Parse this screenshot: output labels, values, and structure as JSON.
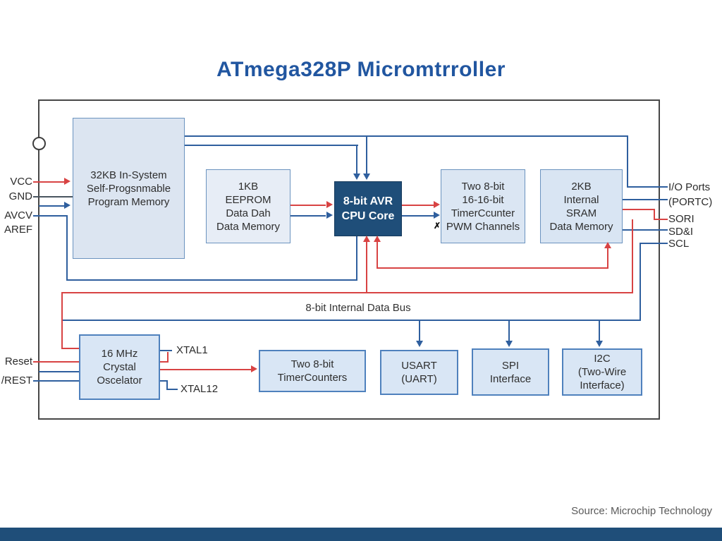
{
  "title": "ATmega328P Micromtrroller",
  "source_credit": "Source: Microchip Technology",
  "bus_label": "8-bit Internal Data Bus",
  "pwm_marker": "✗",
  "blocks": {
    "program_memory": {
      "line1": "32KB In-System",
      "line2": "Self-Progsnmable",
      "line3": "Program Memory"
    },
    "eeprom": {
      "line1": "1KB",
      "line2": "EEPROM",
      "line3": "Data Dah",
      "line4": "Data Memory"
    },
    "cpu": {
      "line1": "8-bit AVR",
      "line2": "CPU Core"
    },
    "timer_pwm": {
      "line1": "Two 8-bit",
      "line2": "16-16-bit",
      "line3": "TimerCcunter",
      "line4": "PWM Channels"
    },
    "sram": {
      "line1": "2KB",
      "line2": "Internal",
      "line3": "SRAM",
      "line4": "Data Memory"
    },
    "crystal": {
      "line1": "16 MHz",
      "line2": "Crystal",
      "line3": "Oscelator"
    },
    "timers": {
      "line1": "Two 8-bit",
      "line2": "TimerCounters"
    },
    "usart": {
      "line1": "USART",
      "line2": "(UART)"
    },
    "spi": {
      "line1": "SPI",
      "line2": "Interface"
    },
    "i2c": {
      "line1": "I2C",
      "line2": "(Two-Wire",
      "line3": "Interface)"
    }
  },
  "pins_left": {
    "vcc": "VCC",
    "gnd": "GND",
    "avcv": "AVCV",
    "aref": "AREF",
    "reset": "Reset",
    "rest": "/REST"
  },
  "pins_right": {
    "io_ports": "I/O Ports",
    "portc": "(PORTC)",
    "sori": "SORI",
    "sdi": "SD&I",
    "scl": "SCL"
  },
  "xtal": {
    "xtal1": "XTAL1",
    "xtal12": "XTAL12"
  },
  "colors": {
    "red_wire": "#d84343",
    "blue_wire": "#2f5f9e",
    "cpu_fill": "#1f4e79",
    "block_fill": "#dde8f4",
    "block_border": "#4f81bd",
    "title_text": "#2156a0",
    "footer_bar": "#1f4e79"
  }
}
